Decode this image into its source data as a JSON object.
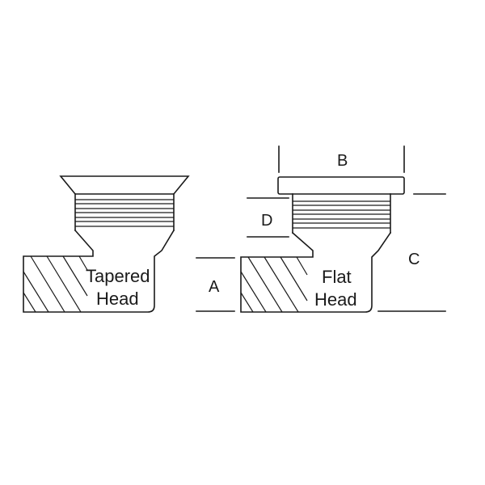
{
  "tapered_part": {
    "label_line1": "Tapered",
    "label_line2": "Head"
  },
  "flat_part": {
    "label_line1": "Flat",
    "label_line2": "Head"
  },
  "dimensions": {
    "a": "A",
    "b": "B",
    "c": "C",
    "d": "D"
  },
  "colors": {
    "line": "#1a1a1a",
    "background": "#ffffff"
  }
}
